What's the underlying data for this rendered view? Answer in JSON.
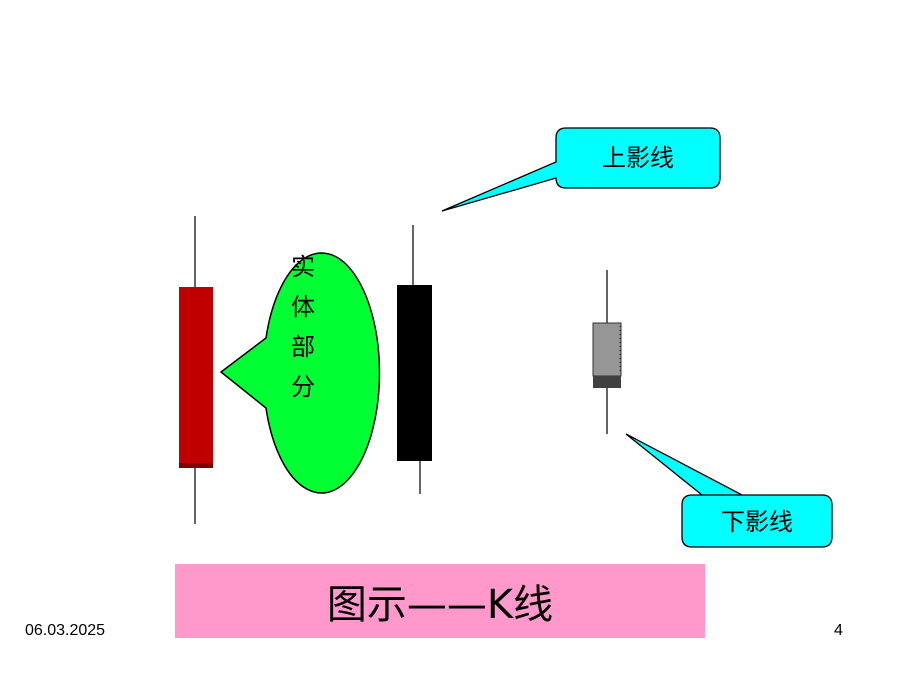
{
  "colors": {
    "red_candle": "#c00000",
    "red_candle_shadow": "#800000",
    "black_candle": "#000000",
    "gray_candle": "#969696",
    "gray_candle_bottom": "#404040",
    "green_callout": "#00ff33",
    "cyan_callout": "#00ffff",
    "caption_bg": "#ff99cc"
  },
  "callouts": {
    "body": "实体部分",
    "body_chars": [
      "实",
      "体",
      "部",
      "分"
    ],
    "upper_shadow": "上影线",
    "lower_shadow": "下影线"
  },
  "caption": "图示——K线",
  "footer": {
    "date": "06.03.2025",
    "page": "4"
  }
}
